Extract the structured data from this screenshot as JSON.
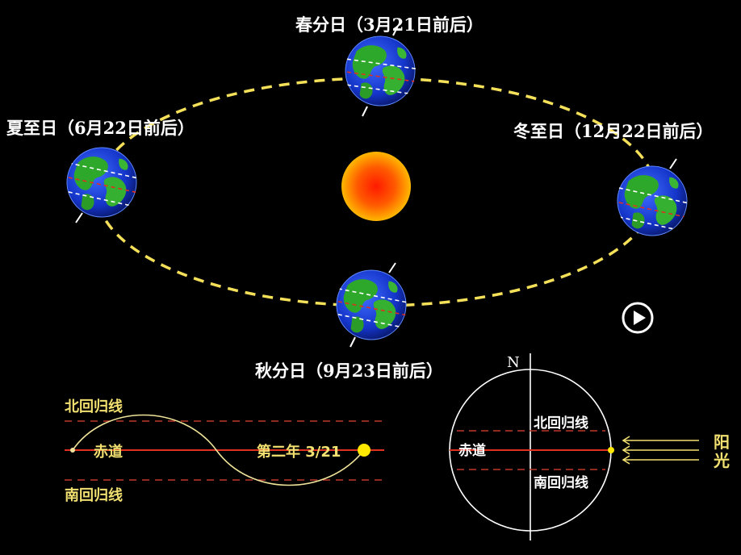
{
  "orbit": {
    "spring_equinox": "春分日（3月21日前后）",
    "summer_solstice": "夏至日（6月22日前后）",
    "winter_solstice": "冬至日（12月22日前后）",
    "autumn_equinox": "秋分日（9月23日前后）"
  },
  "wave_panel": {
    "tropic_north": "北回归线",
    "equator": "赤道",
    "tropic_south": "南回归线",
    "date_marker": "第二年 3/21"
  },
  "globe_panel": {
    "north": "N",
    "tropic_north": "北回归线",
    "equator": "赤道",
    "tropic_south": "南回归线",
    "sunlight_1": "阳",
    "sunlight_2": "光"
  },
  "colors": {
    "orbit": "#f5e05a",
    "sun_core": "#ff2a00",
    "sun_edge": "#ffb400",
    "tropic_line": "#c0392b",
    "equator_line": "#e03020",
    "sun_dot": "#ffe800",
    "sunlight_text": "#f2e070",
    "wave": "#efe39a"
  },
  "controls": {
    "play_icon": "play-icon"
  }
}
